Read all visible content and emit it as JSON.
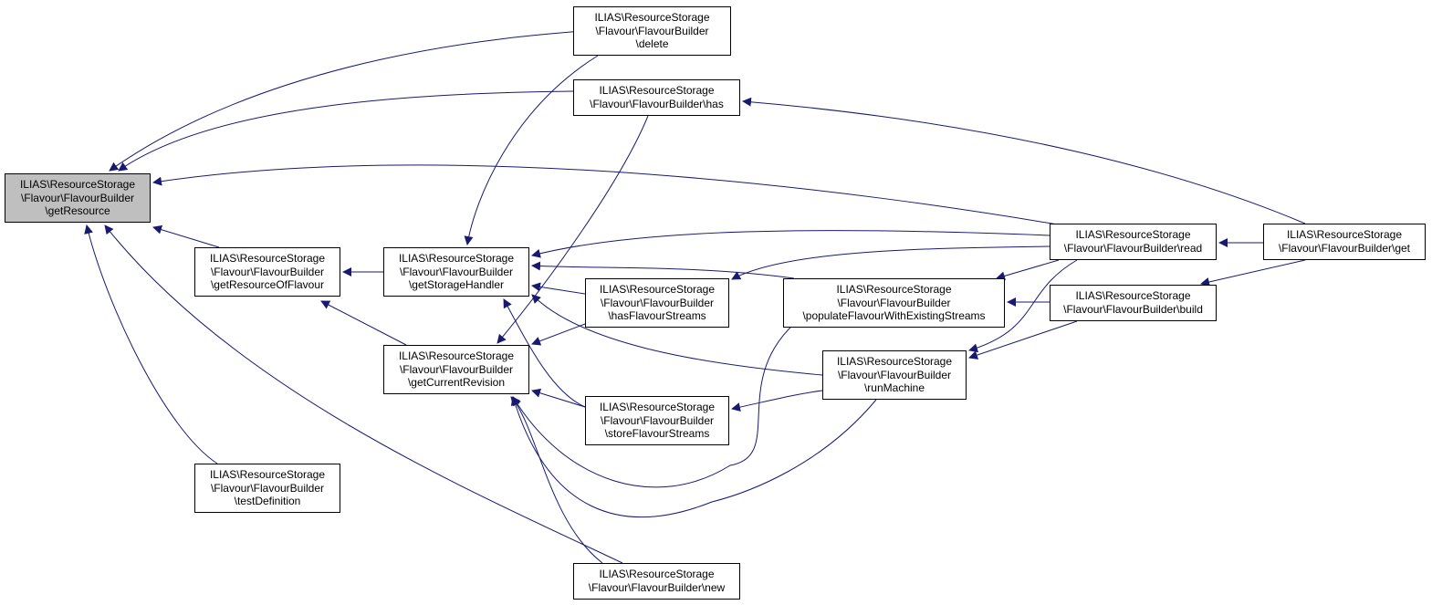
{
  "diagram": {
    "nodes": [
      {
        "id": "getResource",
        "lines": [
          "ILIAS\\ResourceStorage",
          "\\Flavour\\FlavourBuilder",
          "\\getResource"
        ],
        "root": true
      },
      {
        "id": "delete",
        "lines": [
          "ILIAS\\ResourceStorage",
          "\\Flavour\\FlavourBuilder",
          "\\delete"
        ]
      },
      {
        "id": "has",
        "lines": [
          "ILIAS\\ResourceStorage",
          "\\Flavour\\FlavourBuilder\\has"
        ]
      },
      {
        "id": "getResourceOfFlavour",
        "lines": [
          "ILIAS\\ResourceStorage",
          "\\Flavour\\FlavourBuilder",
          "\\getResourceOfFlavour"
        ]
      },
      {
        "id": "getStorageHandler",
        "lines": [
          "ILIAS\\ResourceStorage",
          "\\Flavour\\FlavourBuilder",
          "\\getStorageHandler"
        ]
      },
      {
        "id": "getCurrentRevision",
        "lines": [
          "ILIAS\\ResourceStorage",
          "\\Flavour\\FlavourBuilder",
          "\\getCurrentRevision"
        ]
      },
      {
        "id": "testDefinition",
        "lines": [
          "ILIAS\\ResourceStorage",
          "\\Flavour\\FlavourBuilder",
          "\\testDefinition"
        ]
      },
      {
        "id": "hasFlavourStreams",
        "lines": [
          "ILIAS\\ResourceStorage",
          "\\Flavour\\FlavourBuilder",
          "\\hasFlavourStreams"
        ]
      },
      {
        "id": "storeFlavourStreams",
        "lines": [
          "ILIAS\\ResourceStorage",
          "\\Flavour\\FlavourBuilder",
          "\\storeFlavourStreams"
        ]
      },
      {
        "id": "new",
        "lines": [
          "ILIAS\\ResourceStorage",
          "\\Flavour\\FlavourBuilder\\new"
        ]
      },
      {
        "id": "populateFlavourWithExistingStreams",
        "lines": [
          "ILIAS\\ResourceStorage",
          "\\Flavour\\FlavourBuilder",
          "\\populateFlavourWithExistingStreams"
        ]
      },
      {
        "id": "runMachine",
        "lines": [
          "ILIAS\\ResourceStorage",
          "\\Flavour\\FlavourBuilder",
          "\\runMachine"
        ]
      },
      {
        "id": "read",
        "lines": [
          "ILIAS\\ResourceStorage",
          "\\Flavour\\FlavourBuilder\\read"
        ]
      },
      {
        "id": "build",
        "lines": [
          "ILIAS\\ResourceStorage",
          "\\Flavour\\FlavourBuilder\\build"
        ]
      },
      {
        "id": "get",
        "lines": [
          "ILIAS\\ResourceStorage",
          "\\Flavour\\FlavourBuilder\\get"
        ]
      }
    ],
    "edges": [
      {
        "from": "delete",
        "to": "getResource"
      },
      {
        "from": "has",
        "to": "getResource"
      },
      {
        "from": "read",
        "to": "getResource"
      },
      {
        "from": "getResourceOfFlavour",
        "to": "getResource"
      },
      {
        "from": "testDefinition",
        "to": "getResource"
      },
      {
        "from": "new",
        "to": "getResource"
      },
      {
        "from": "getStorageHandler",
        "to": "getResourceOfFlavour"
      },
      {
        "from": "getCurrentRevision",
        "to": "getResourceOfFlavour"
      },
      {
        "from": "delete",
        "to": "getStorageHandler"
      },
      {
        "from": "read",
        "to": "getStorageHandler"
      },
      {
        "from": "populateFlavourWithExistingStreams",
        "to": "getStorageHandler"
      },
      {
        "from": "hasFlavourStreams",
        "to": "getStorageHandler"
      },
      {
        "from": "runMachine",
        "to": "getStorageHandler"
      },
      {
        "from": "storeFlavourStreams",
        "to": "getStorageHandler"
      },
      {
        "from": "has",
        "to": "getCurrentRevision"
      },
      {
        "from": "hasFlavourStreams",
        "to": "getCurrentRevision"
      },
      {
        "from": "storeFlavourStreams",
        "to": "getCurrentRevision"
      },
      {
        "from": "populateFlavourWithExistingStreams",
        "to": "getCurrentRevision"
      },
      {
        "from": "runMachine",
        "to": "getCurrentRevision"
      },
      {
        "from": "new",
        "to": "getCurrentRevision"
      },
      {
        "from": "read",
        "to": "hasFlavourStreams"
      },
      {
        "from": "runMachine",
        "to": "storeFlavourStreams"
      },
      {
        "from": "read",
        "to": "populateFlavourWithExistingStreams"
      },
      {
        "from": "build",
        "to": "populateFlavourWithExistingStreams"
      },
      {
        "from": "read",
        "to": "runMachine"
      },
      {
        "from": "build",
        "to": "runMachine"
      },
      {
        "from": "get",
        "to": "has"
      },
      {
        "from": "get",
        "to": "read"
      },
      {
        "from": "get",
        "to": "build"
      }
    ],
    "colors": {
      "edge": "#191970",
      "root_fill": "#bfbfbf",
      "node_fill": "#ffffff",
      "border": "#000000"
    }
  }
}
